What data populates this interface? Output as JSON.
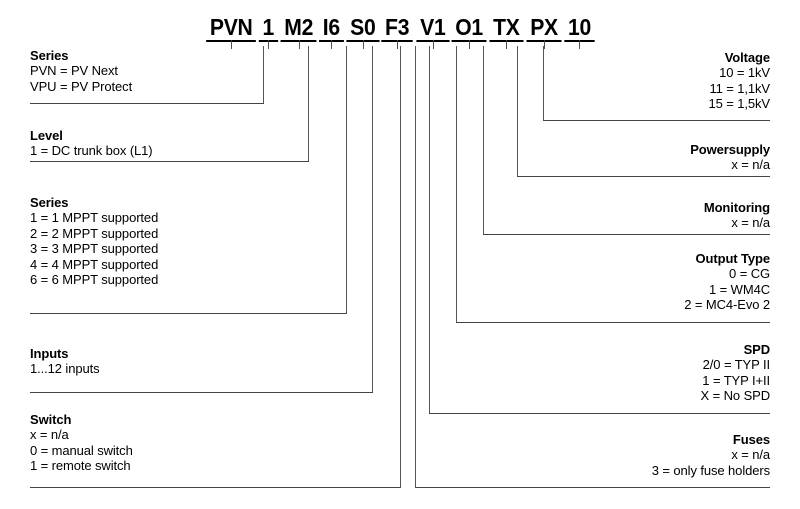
{
  "diagram": {
    "title_code_segments": [
      "PVN",
      "1",
      "M2",
      "I6",
      "S0",
      "F3",
      "V1",
      "O1",
      "TX",
      "PX",
      "10"
    ],
    "left_blocks": [
      {
        "key": "series-model",
        "title": "Series",
        "lines": [
          "PVN = PV Next",
          "VPU = PV Protect"
        ]
      },
      {
        "key": "level",
        "title": "Level",
        "lines": [
          "1 = DC trunk box (L1)"
        ]
      },
      {
        "key": "series-mppt",
        "title": "Series",
        "lines": [
          "1 = 1 MPPT supported",
          "2 = 2 MPPT supported",
          "3 = 3 MPPT supported",
          "4 = 4 MPPT supported",
          "6 = 6 MPPT supported"
        ]
      },
      {
        "key": "inputs",
        "title": "Inputs",
        "lines": [
          "1...12 inputs"
        ]
      },
      {
        "key": "switch",
        "title": "Switch",
        "lines": [
          "x = n/a",
          "0 = manual switch",
          "1 = remote switch"
        ]
      }
    ],
    "right_blocks": [
      {
        "key": "voltage",
        "title": "Voltage",
        "lines": [
          "10 = 1kV",
          "11 = 1,1kV",
          "15 = 1,5kV"
        ]
      },
      {
        "key": "powersupply",
        "title": "Powersupply",
        "lines": [
          "x = n/a"
        ]
      },
      {
        "key": "monitoring",
        "title": "Monitoring",
        "lines": [
          "x = n/a"
        ]
      },
      {
        "key": "output-type",
        "title": "Output Type",
        "lines": [
          "0 = CG",
          "1 = WM4C",
          "2 = MC4-Evo 2"
        ]
      },
      {
        "key": "spd",
        "title": "SPD",
        "lines": [
          "2/0 = TYP II",
          "1 = TYP I+II",
          "X = No SPD"
        ]
      },
      {
        "key": "fuses",
        "title": "Fuses",
        "lines": [
          "x = n/a",
          "3 = only fuse holders"
        ]
      }
    ],
    "colors": {
      "text": "#000000",
      "line": "#555555",
      "background": "#ffffff"
    }
  }
}
